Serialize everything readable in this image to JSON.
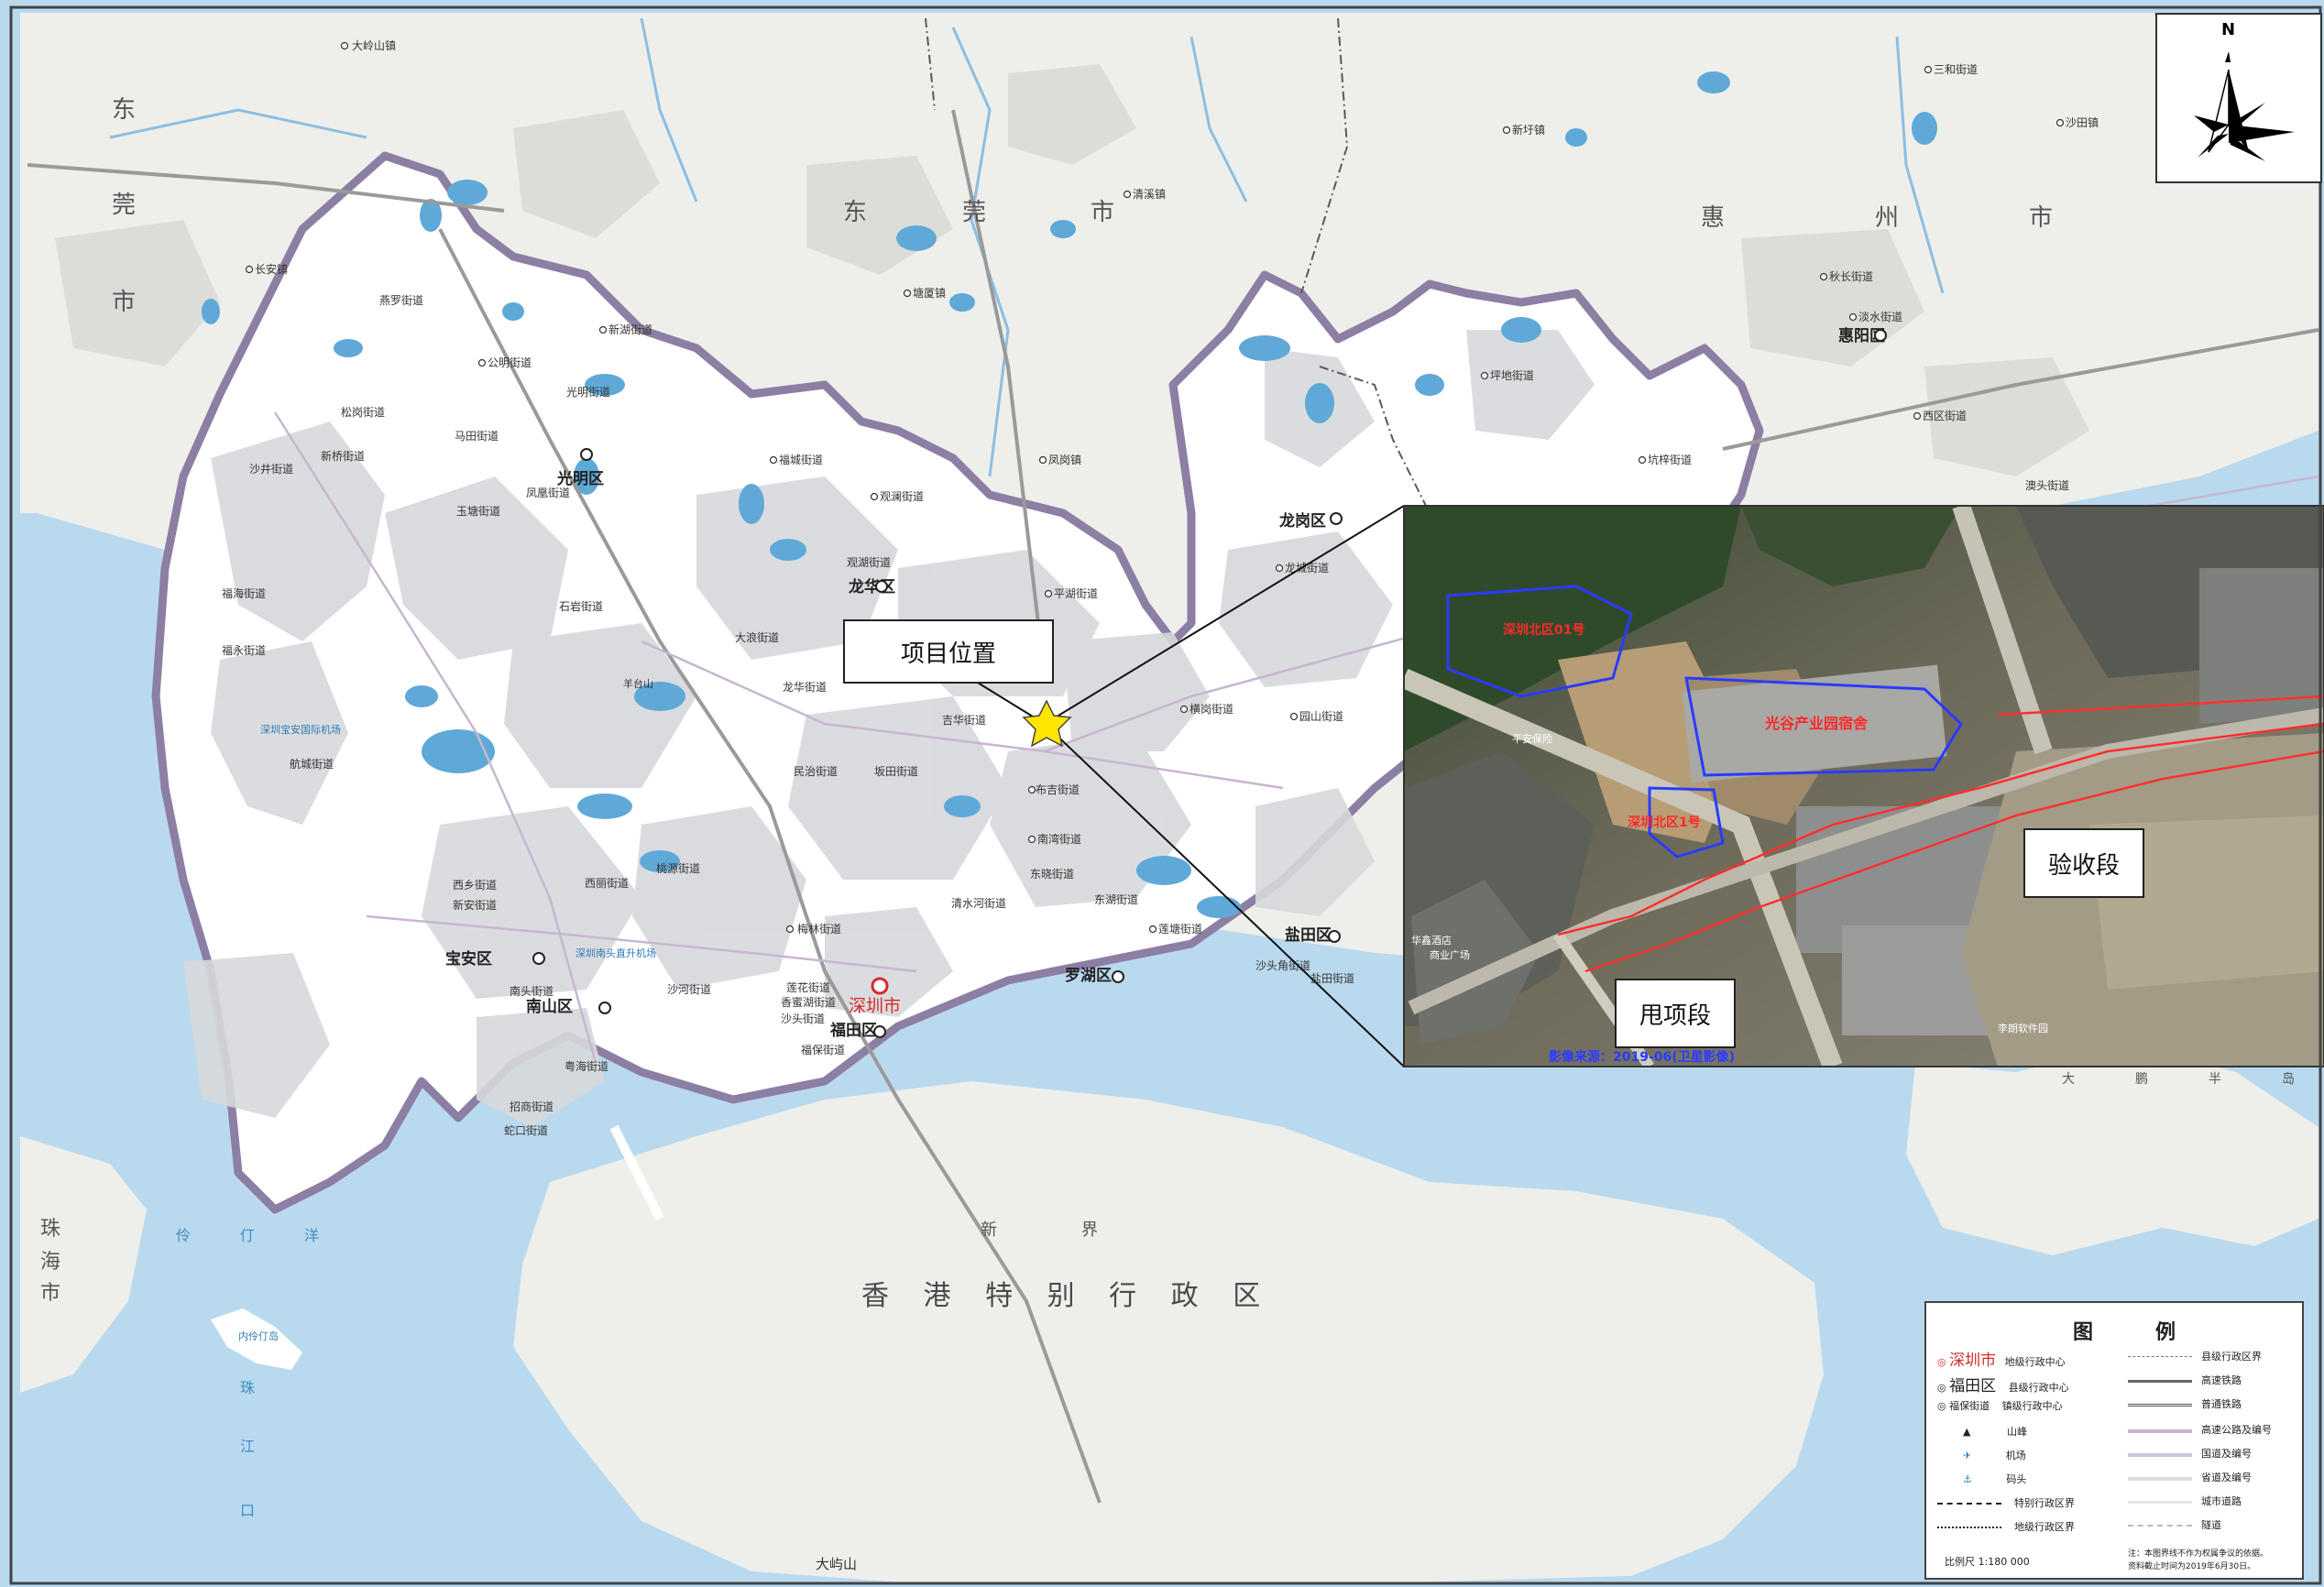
{
  "map": {
    "regions": {
      "dongguan_left": [
        "东",
        "莞",
        "市"
      ],
      "dongguan_top": [
        "东",
        "莞",
        "市"
      ],
      "huizhou": [
        "惠",
        "州",
        "市"
      ],
      "zhuhai": [
        "珠",
        "海",
        "市"
      ],
      "hongkong": "香 港 特 别 行 政 区",
      "xinjie": [
        "新",
        "界"
      ],
      "lingdingyang": [
        "伶",
        "仃",
        "洋"
      ],
      "zhujiangkou": [
        "珠",
        "江",
        "口"
      ],
      "dapeng": [
        "大",
        "鹏",
        "半",
        "岛"
      ]
    },
    "districts": [
      {
        "id": "guangming",
        "label": "光明区"
      },
      {
        "id": "longhua",
        "label": "龙华区"
      },
      {
        "id": "longgang",
        "label": "龙岗区"
      },
      {
        "id": "baoan",
        "label": "宝安区"
      },
      {
        "id": "nanshan",
        "label": "南山区"
      },
      {
        "id": "futian",
        "label": "福田区"
      },
      {
        "id": "luohu",
        "label": "罗湖区"
      },
      {
        "id": "yantian",
        "label": "盐田区"
      },
      {
        "id": "huiyang",
        "label": "惠阳区"
      }
    ],
    "city_name": "深圳市",
    "towns": [
      {
        "id": "t1",
        "label": "大岭山镇"
      },
      {
        "id": "t2",
        "label": "长安镇"
      },
      {
        "id": "t3",
        "label": "清溪镇"
      },
      {
        "id": "t4",
        "label": "塘厦镇"
      },
      {
        "id": "t5",
        "label": "凤岗镇"
      },
      {
        "id": "t6",
        "label": "新圩镇"
      },
      {
        "id": "t7",
        "label": "秋长街道"
      },
      {
        "id": "t8",
        "label": "淡水街道"
      },
      {
        "id": "t9",
        "label": "坪地街道"
      },
      {
        "id": "t10",
        "label": "坑梓街道"
      },
      {
        "id": "t11",
        "label": "燕罗街道"
      },
      {
        "id": "t12",
        "label": "新湖街道"
      },
      {
        "id": "t13",
        "label": "公明街道"
      },
      {
        "id": "t14",
        "label": "光明街道"
      },
      {
        "id": "t15",
        "label": "松岗街道"
      },
      {
        "id": "t16",
        "label": "新桥街道"
      },
      {
        "id": "t17",
        "label": "沙井街道"
      },
      {
        "id": "t18",
        "label": "马田街道"
      },
      {
        "id": "t19",
        "label": "凤凰街道"
      },
      {
        "id": "t20",
        "label": "玉塘街道"
      },
      {
        "id": "t21",
        "label": "福城街道"
      },
      {
        "id": "t22",
        "label": "观澜街道"
      },
      {
        "id": "t23",
        "label": "观湖街道"
      },
      {
        "id": "t24",
        "label": "平湖街道"
      },
      {
        "id": "t25",
        "label": "福海街道"
      },
      {
        "id": "t26",
        "label": "石岩街道"
      },
      {
        "id": "t27",
        "label": "大浪街道"
      },
      {
        "id": "t28",
        "label": "福永街道"
      },
      {
        "id": "t29",
        "label": "航城街道"
      },
      {
        "id": "t30",
        "label": "龙华街道"
      },
      {
        "id": "t31",
        "label": "民治街道"
      },
      {
        "id": "t32",
        "label": "吉华街道"
      },
      {
        "id": "t33",
        "label": "坂田街道"
      },
      {
        "id": "t34",
        "label": "布吉街道"
      },
      {
        "id": "t35",
        "label": "南湾街道"
      },
      {
        "id": "t36",
        "label": "横岗街道"
      },
      {
        "id": "t37",
        "label": "园山街道"
      },
      {
        "id": "t38",
        "label": "龙城街道"
      },
      {
        "id": "t39",
        "label": "西乡街道"
      },
      {
        "id": "t40",
        "label": "新安街道"
      },
      {
        "id": "t41",
        "label": "西丽街道"
      },
      {
        "id": "t42",
        "label": "桃源街道"
      },
      {
        "id": "t43",
        "label": "梅林街道"
      },
      {
        "id": "t44",
        "label": "清水河街道"
      },
      {
        "id": "t45",
        "label": "东晓街道"
      },
      {
        "id": "t46",
        "label": "东湖街道"
      },
      {
        "id": "t47",
        "label": "莲塘街道"
      },
      {
        "id": "t48",
        "label": "沙河街道"
      },
      {
        "id": "t49",
        "label": "南头街道"
      },
      {
        "id": "t50",
        "label": "莲花街道"
      },
      {
        "id": "t51",
        "label": "香蜜湖街道"
      },
      {
        "id": "t52",
        "label": "沙头街道"
      },
      {
        "id": "t53",
        "label": "福保街道"
      },
      {
        "id": "t54",
        "label": "沙头角街道"
      },
      {
        "id": "t55",
        "label": "盐田街道"
      },
      {
        "id": "t56",
        "label": "粤海街道"
      },
      {
        "id": "t57",
        "label": "招商街道"
      },
      {
        "id": "t58",
        "label": "蛇口街道"
      },
      {
        "id": "t59",
        "label": "西区街道"
      },
      {
        "id": "t60",
        "label": "澳头街道"
      },
      {
        "id": "t61",
        "label": "三和街道"
      },
      {
        "id": "t62",
        "label": "沙田镇"
      }
    ],
    "features": {
      "airport": "深圳宝安国际机场",
      "airport2": "深圳南头直升机场",
      "mountain": "羊台山",
      "island": "内伶仃岛",
      "peak": "大屿山"
    }
  },
  "annotations": {
    "project_location": "项目位置",
    "acceptance_section": "验收段",
    "use_section": "甩项段",
    "parcel1": "深圳北区01号",
    "parcel2": "光谷产业园宿舍",
    "parcel3": "深圳北区1号",
    "image_source": "影像来源：2019-06(卫星影像)",
    "poi1": "李朗软件园",
    "poi2": "华鑫酒店",
    "poi3": "平安保险",
    "poi4": "商业广场"
  },
  "compass": {
    "label": "N"
  },
  "legend": {
    "title_a": "图",
    "title_b": "例",
    "items_left": [
      {
        "symbol": "深圳市",
        "label": "地级行政中心"
      },
      {
        "symbol": "福田区",
        "label": "县级行政中心"
      },
      {
        "symbol": "福保街道",
        "label": "镇级行政中心"
      },
      {
        "symbol": "▲",
        "label": "山峰"
      },
      {
        "symbol": "✈",
        "label": "机场"
      },
      {
        "symbol": "⚓",
        "label": "码头"
      },
      {
        "symbol": "",
        "label": "特别行政区界"
      },
      {
        "symbol": "",
        "label": "地级行政区界"
      }
    ],
    "items_right": [
      {
        "label": "县级行政区界"
      },
      {
        "label": "高速铁路"
      },
      {
        "label": "普通铁路"
      },
      {
        "label": "高速公路及编号"
      },
      {
        "label": "国道及编号"
      },
      {
        "label": "省道及编号"
      },
      {
        "label": "城市道路"
      },
      {
        "label": "隧道"
      }
    ],
    "scale": "比例尺  1:180 000",
    "note1": "注：本图界线不作为权属争议的依据。",
    "note2": "资料截止时间为2019年6月30日。"
  },
  "colors": {
    "sea": "#b9d9ef",
    "land_outer": "#eeeeea",
    "land_sz": "#ffffff",
    "urban": "#d7d8dc",
    "water": "#5fa9d8",
    "boundary": "#8c7fa3",
    "red_text": "#d42a2a",
    "star": "#ffe600",
    "outline_red": "#ff3030",
    "outline_blue": "#2b3cff"
  }
}
